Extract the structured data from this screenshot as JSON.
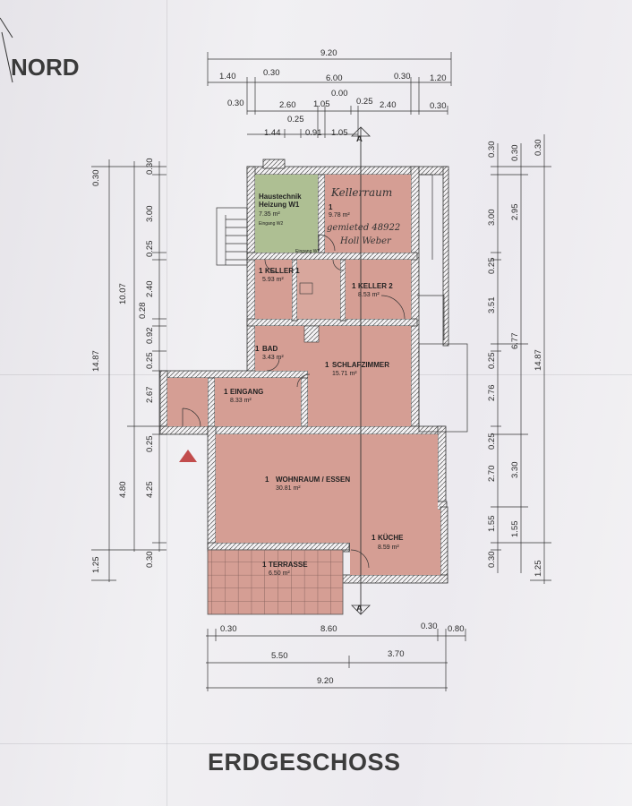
{
  "header": {
    "north_label": "NORD"
  },
  "footer": {
    "floor_title": "ERDGESCHOSS"
  },
  "section_marker": "A",
  "handwritten": {
    "line1": "Kellerraum",
    "line2": "gemieted 48922",
    "line3": "Holl Weber"
  },
  "rooms": {
    "haustechnik": {
      "name": "Haustechnik",
      "name2": "Heizung W1",
      "area": "7.35 m²",
      "sub": "Eingang W2"
    },
    "kellerraum": {
      "num": "1",
      "area": "9.78 m²"
    },
    "keller1": {
      "num": "1",
      "name": "KELLER 1",
      "area": "5.93 m²"
    },
    "keller2": {
      "num": "1",
      "name": "KELLER 2",
      "area": "8.53 m²"
    },
    "bad": {
      "num": "1",
      "name": "BAD",
      "area": "3.43 m²"
    },
    "schlafzimmer": {
      "num": "1",
      "name": "SCHLAFZIMMER",
      "area": "15.71 m²"
    },
    "eingang": {
      "num": "1",
      "name": "EINGANG",
      "area": "8.33 m²"
    },
    "wohnraum": {
      "num": "1",
      "name": "WOHNRAUM / ESSEN",
      "area": "30.81 m²"
    },
    "kueche": {
      "num": "1",
      "name": "KÜCHE",
      "area": "8.59 m²"
    },
    "terrasse": {
      "num": "1",
      "name": "TERRASSE",
      "area": "6.50 m²"
    },
    "eingang_w2": "Eingang W2"
  },
  "dims_top": {
    "total": "9.20",
    "row2": [
      "1.40",
      "0.30",
      "6.00",
      "0.30",
      "1.20"
    ],
    "row3": [
      "0.00",
      "0.30",
      "2.60",
      "1.05",
      "0.25",
      "2.40",
      "0.30"
    ],
    "row4": [
      "0.25",
      "1.44",
      "0.91",
      "1.05"
    ]
  },
  "dims_bottom": {
    "row1": [
      "0.30",
      "8.60",
      "0.30",
      "0.80"
    ],
    "row2": [
      "5.50",
      "3.70"
    ],
    "row3": "9.20"
  },
  "dims_left": {
    "outer": [
      "0.30",
      "14.87",
      "1.25"
    ],
    "mid": [
      "10.07",
      "4.80"
    ],
    "inner": [
      "0.30",
      "3.00",
      "0.25",
      "2.40",
      "0.28",
      "0.92",
      "0.25",
      "2.67",
      "0.25",
      "4.25",
      "0.30"
    ]
  },
  "dims_right": {
    "inner": [
      "0.30",
      "3.00",
      "0.25",
      "3.51",
      "0.25",
      "2.76",
      "0.25",
      "2.70",
      "1.55",
      "0.30"
    ],
    "mid": [
      "0.30",
      "2.95",
      "6.77",
      "3.30",
      "1.55"
    ],
    "outer": [
      "0.30",
      "14.87",
      "1.25"
    ]
  }
}
